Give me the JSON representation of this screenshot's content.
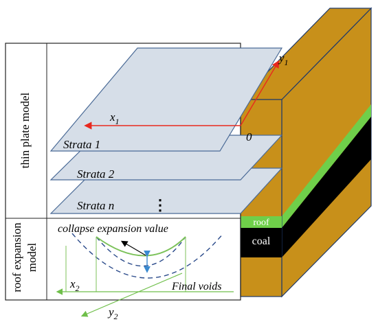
{
  "side_labels": {
    "thin_plate": "thin plate model",
    "roof_expansion_line1": "roof expansion",
    "roof_expansion_line2": "model"
  },
  "strata": {
    "top": "Strata 1",
    "middle": "Strata 2",
    "bottom": "Strata n"
  },
  "axes": {
    "x1": "x",
    "x1_sub": "1",
    "y1": "y",
    "y1_sub": "1",
    "origin": "0",
    "x2": "x",
    "x2_sub": "2",
    "y2": "y",
    "y2_sub": "2"
  },
  "lower_panel": {
    "collapse_label": "collapse expansion value",
    "voids_label": "Final voids"
  },
  "block_labels": {
    "roof": "roof",
    "coal": "coal"
  },
  "colors": {
    "strata_fill": "#d6dee8",
    "strata_stroke": "#4a6a96",
    "rock": "#c8901a",
    "rock_stroke": "#1f3a6a",
    "roof_band": "#6fcf4a",
    "coal_band": "#000000",
    "axis_red": "#e8281e",
    "axis_green": "#6fbf4a",
    "curve_green": "#7cc25a",
    "curve_blue": "#2a4a8a",
    "arrow_blue": "#3a8ad0"
  }
}
